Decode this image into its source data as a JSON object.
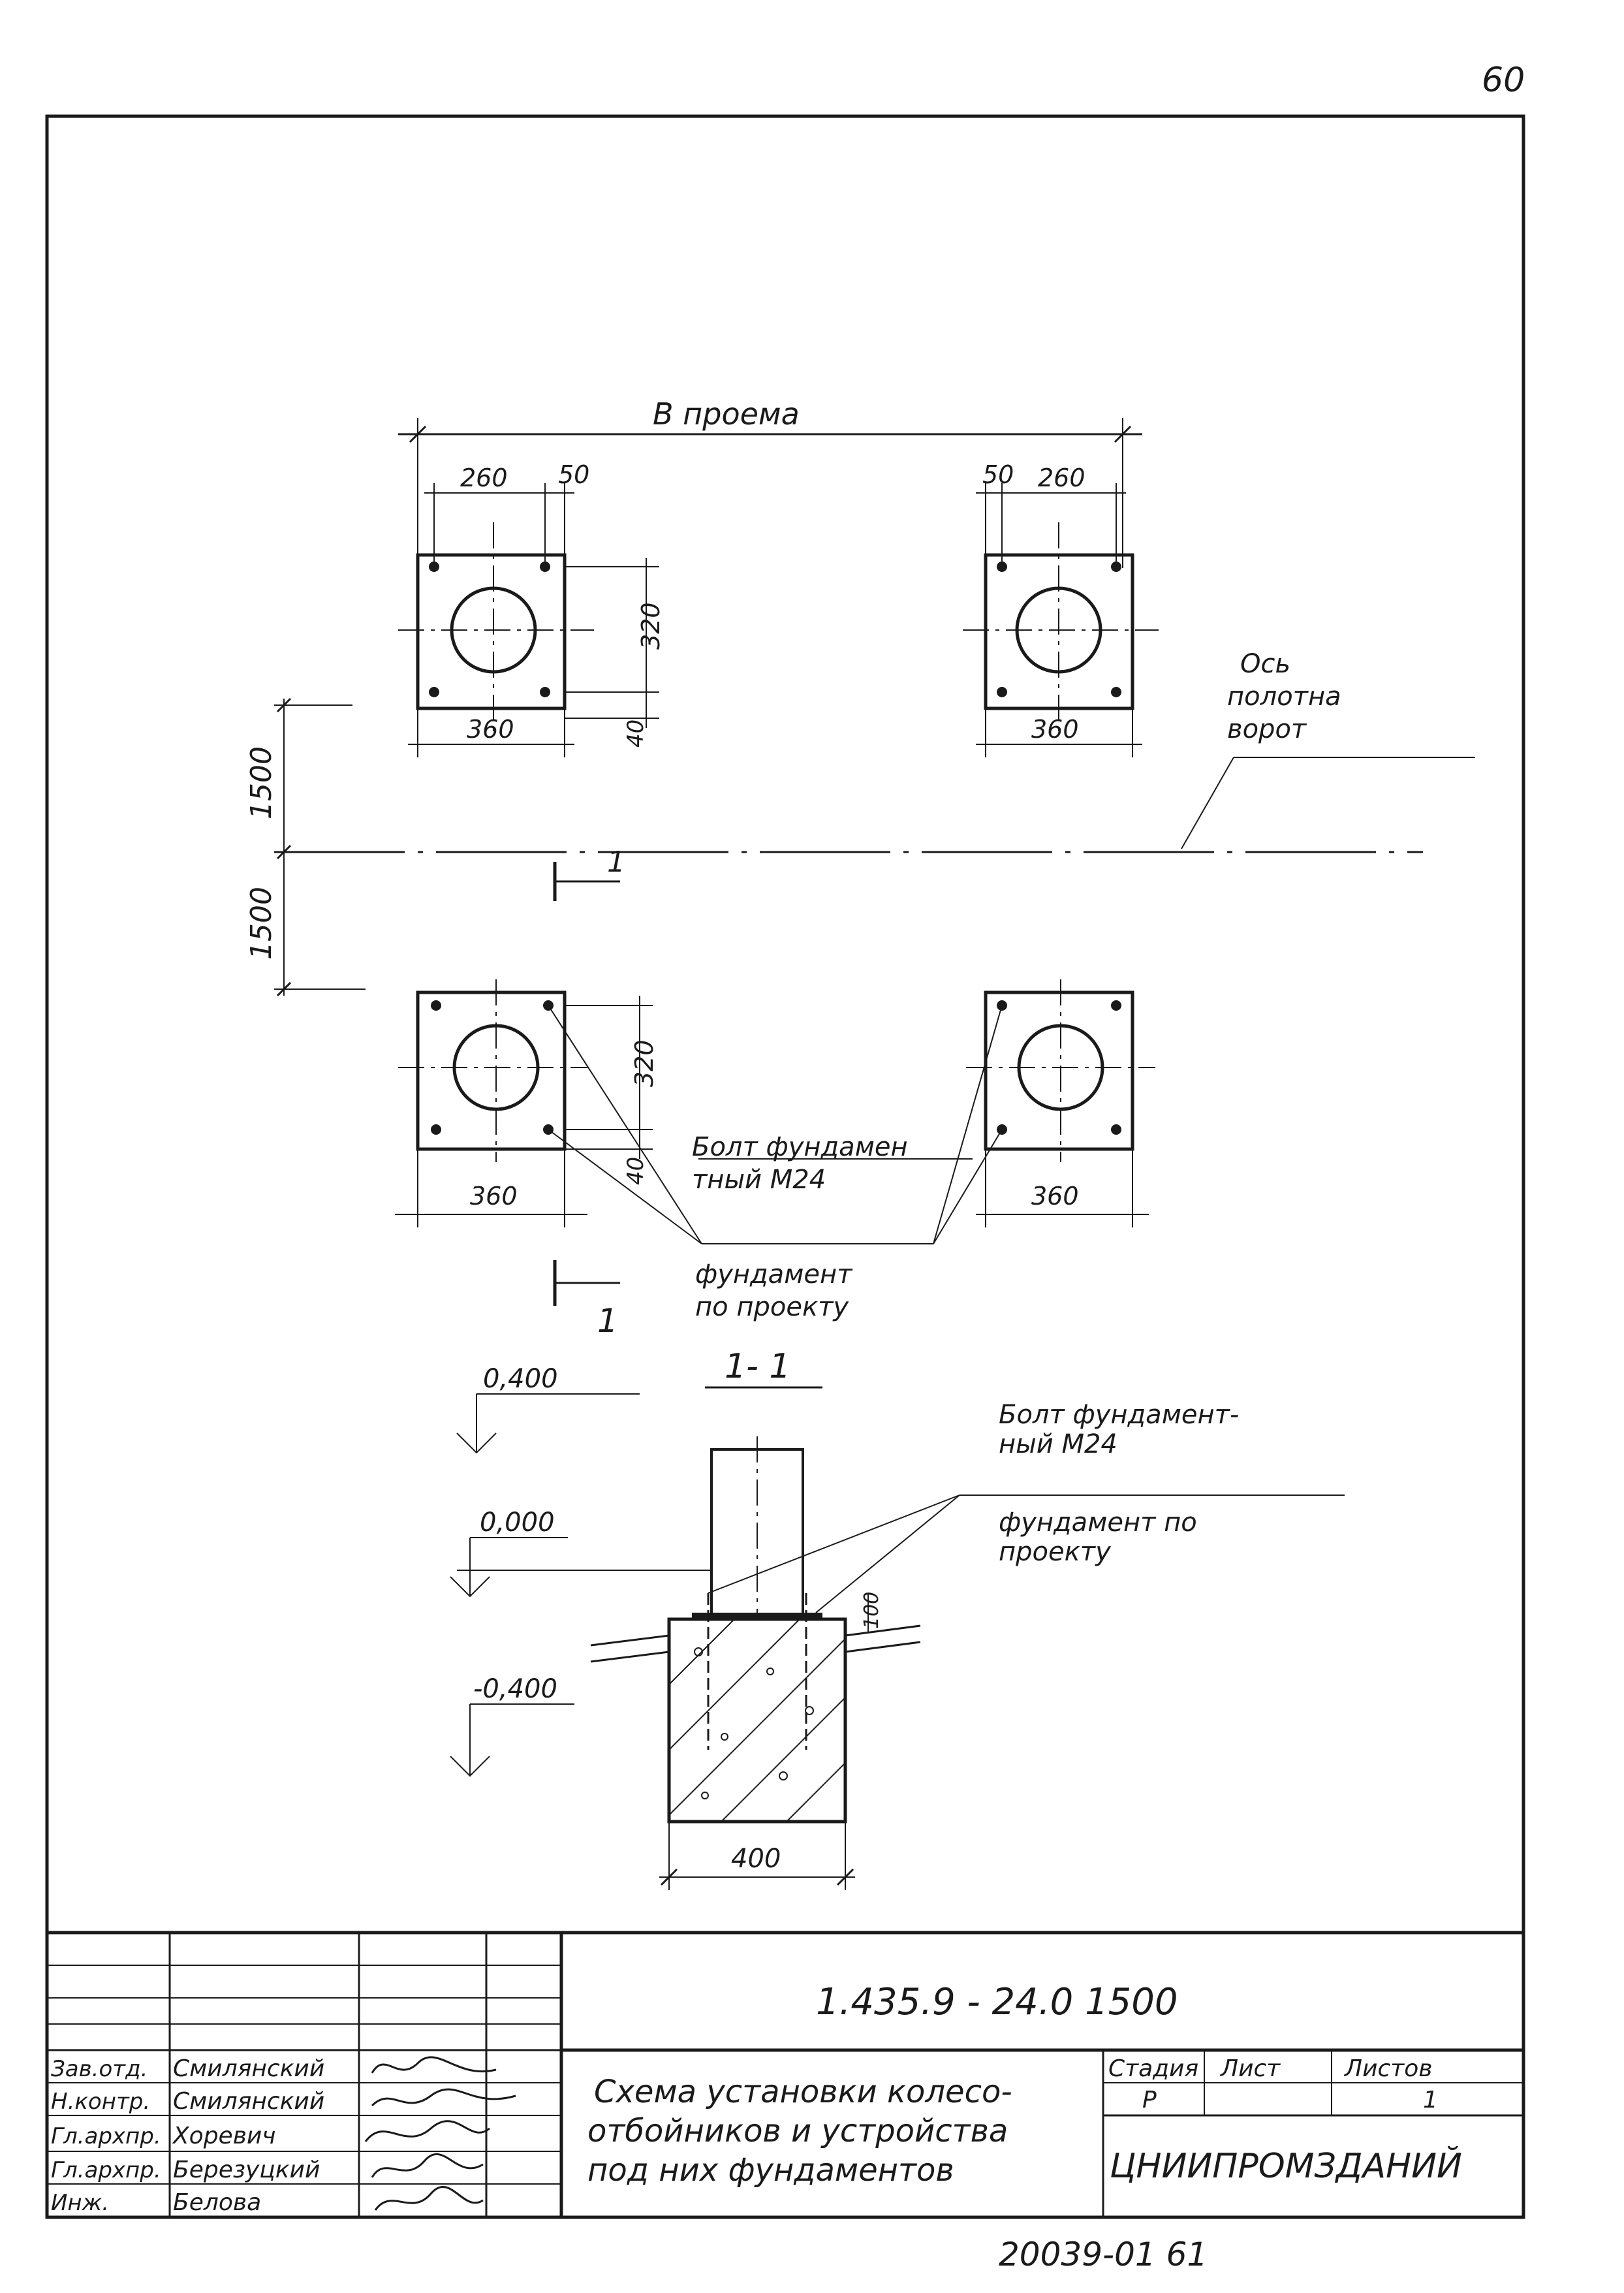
{
  "page_number": "60",
  "plan": {
    "opening_label": "В проема",
    "top_left": {
      "dim_260": "260",
      "dim_50": "50",
      "dim_360": "360",
      "dim_320": "320",
      "dim_40": "40"
    },
    "top_right": {
      "dim_50": "50",
      "dim_260": "260",
      "dim_360": "360"
    },
    "axis_label_l1": "Ось",
    "axis_label_l2": "полотна",
    "axis_label_l3": "ворот",
    "dim_1500_top": "1500",
    "dim_1500_bottom": "1500",
    "section_mark": "1",
    "bottom_left": {
      "dim_360": "360",
      "dim_320": "320",
      "dim_40": "40"
    },
    "bottom_right": {
      "dim_360": "360"
    },
    "bolt_label_l1": "Болт фундамен",
    "bolt_label_l2": "тный М24",
    "foundation_label_l1": "фундамент",
    "foundation_label_l2": "по проекту"
  },
  "section": {
    "title": "1- 1",
    "level_top": "0,400",
    "level_zero": "0,000",
    "level_bottom": "-0,400",
    "bolt_label_l1": "Болт фундамент-",
    "bolt_label_l2": "ный М24",
    "foundation_label_l1": "фундамент по",
    "foundation_label_l2": "проекту",
    "dim_100": "100",
    "dim_400": "400"
  },
  "title_block": {
    "doc_code": "1.435.9 - 24.0   1500",
    "roles": [
      "Зав.отд.",
      "Н.контр.",
      "Гл.архпр.",
      "Гл.архпр.",
      "Инж."
    ],
    "names": [
      "Смилянский",
      "Смилянский",
      "Хоревич",
      "Березуцкий",
      "Белова"
    ],
    "title_l1": "Схема установки колесо-",
    "title_l2": "отбойников и устройства",
    "title_l3": "под них фундаментов",
    "stage_header": "Стадия",
    "sheet_header": "Лист",
    "sheets_header": "Листов",
    "stage_value": "Р",
    "sheets_value": "1",
    "organization": "ЦНИИПРОМЗДАНИЙ"
  },
  "footer_code": "20039-01   61"
}
